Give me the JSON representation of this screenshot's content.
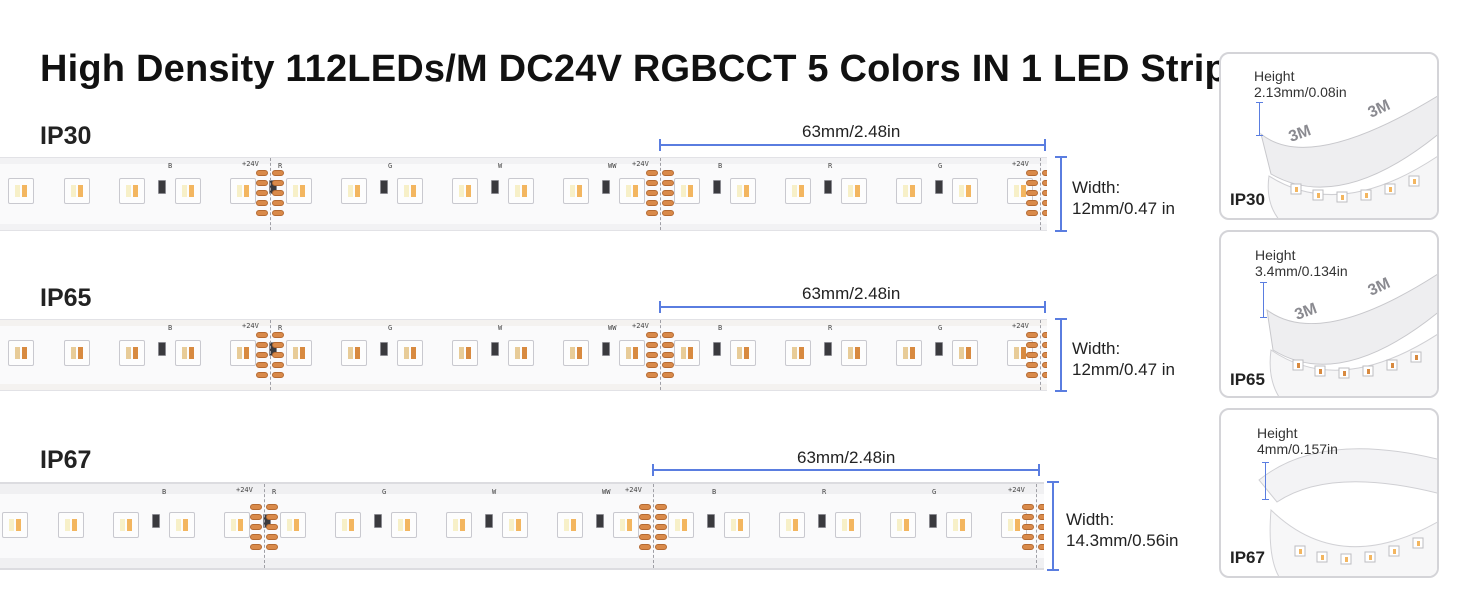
{
  "title": "High Density 112LEDs/M DC24V RGBCCT 5 Colors IN 1 LED Strip",
  "rows": [
    {
      "label": "IP30",
      "segment": "63mm/2.48in",
      "width_label": "Width:",
      "width_value": "12mm/0.47 in"
    },
    {
      "label": "IP65",
      "segment": "63mm/2.48in",
      "width_label": "Width:",
      "width_value": "12mm/0.47 in"
    },
    {
      "label": "IP67",
      "segment": "63mm/2.48in",
      "width_label": "Width:",
      "width_value": "14.3mm/0.56in"
    }
  ],
  "photos": [
    {
      "label": "IP30",
      "height_label": "Height",
      "height_value": "2.13mm/0.08in",
      "tape_text": "3M"
    },
    {
      "label": "IP65",
      "height_label": "Height",
      "height_value": "3.4mm/0.134in",
      "tape_text": "3M"
    },
    {
      "label": "IP67",
      "height_label": "Height",
      "height_value": "4mm/0.157in"
    }
  ],
  "strip_markings": {
    "voltage": "+24V",
    "r": "R",
    "g": "G",
    "b": "B",
    "w": "W",
    "ww": "WW"
  },
  "colors": {
    "dimension_line": "#5a7de0",
    "solder_pad": "#d98a4a",
    "warm_led": "#f3b660",
    "cool_led": "#f7f0c8"
  }
}
